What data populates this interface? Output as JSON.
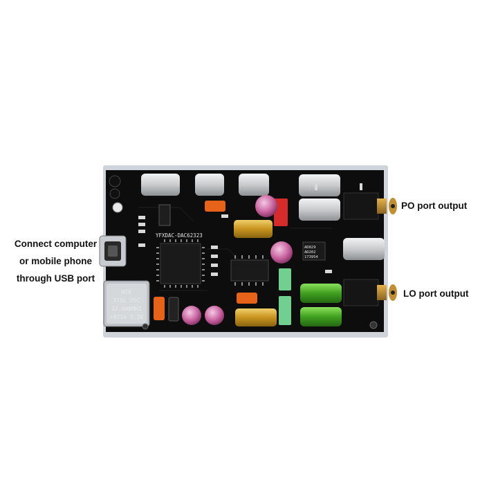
{
  "callouts": {
    "usb_line1": "Connect computer",
    "usb_line2": "or mobile phone",
    "usb_line3": "through USB port",
    "po": "PO port output",
    "lo": "LO port output"
  },
  "board": {
    "silkscreen_model": "YFXDAC-DAC62323",
    "crystal_line1": "NTK",
    "crystal_line2": "XTAL OSC",
    "crystal_line3": "12.000MHZ",
    "crystal_line4": "+0316 3.3V",
    "opamp_line1": "AD829",
    "opamp_line2": "AD202",
    "opamp_line3": "173954"
  },
  "colors": {
    "pcb": "#0d0d0d",
    "edge": "#cfd4da",
    "cap_silver": "#d8dadc",
    "cap_gold": "#d7a82c",
    "cap_green": "#4caf2a",
    "cap_pink": "#c96aa8",
    "tantalum": "#e8631a",
    "film_green": "#6fd08f"
  }
}
